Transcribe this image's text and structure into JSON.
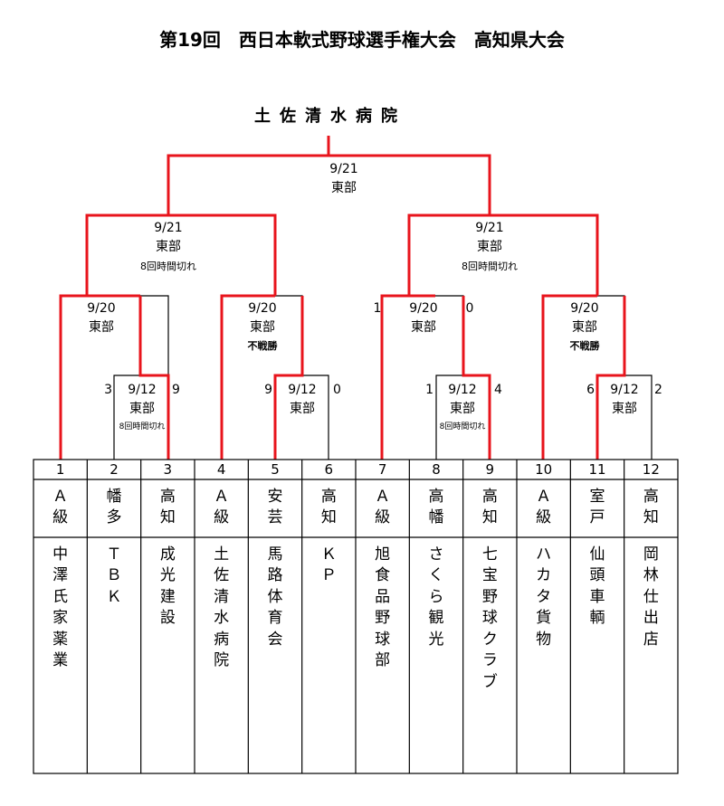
{
  "title": "第19回　西日本軟式野球選手権大会　高知県大会",
  "champion": "土佐清水病院",
  "teams": [
    {
      "num": "1",
      "region": "Ａ級",
      "name": "中澤氏家薬業"
    },
    {
      "num": "2",
      "region": "幡多",
      "name": "ＴＢＫ"
    },
    {
      "num": "3",
      "region": "高知",
      "name": "成光建設"
    },
    {
      "num": "4",
      "region": "Ａ級",
      "name": "土佐清水病院"
    },
    {
      "num": "5",
      "region": "安芸",
      "name": "馬路体育会"
    },
    {
      "num": "6",
      "region": "高知",
      "name": "ＫＰ"
    },
    {
      "num": "7",
      "region": "Ａ級",
      "name": "旭食品野球部"
    },
    {
      "num": "8",
      "region": "高幡",
      "name": "さくら観光"
    },
    {
      "num": "9",
      "region": "高知",
      "name": "七宝野球クラブ"
    },
    {
      "num": "10",
      "region": "Ａ級",
      "name": "ハカタ貨物"
    },
    {
      "num": "11",
      "region": "室戸",
      "name": "仙頭車輌"
    },
    {
      "num": "12",
      "region": "高知",
      "name": "岡林仕出店"
    }
  ],
  "matches": {
    "r1_a": {
      "date": "9/12",
      "venue": "東部",
      "note": "8回時間切れ",
      "score_left": "3",
      "score_right": "9"
    },
    "r1_b": {
      "date": "9/12",
      "venue": "東部",
      "score_left": "9",
      "score_right": "0"
    },
    "r1_c": {
      "date": "9/12",
      "venue": "東部",
      "note": "8回時間切れ",
      "score_left": "1",
      "score_right": "4"
    },
    "r1_d": {
      "date": "9/12",
      "venue": "東部",
      "score_left": "6",
      "score_right": "2"
    },
    "r2_a": {
      "date": "9/20",
      "venue": "東部"
    },
    "r2_b": {
      "date": "9/20",
      "venue": "東部",
      "note": "不戦勝"
    },
    "r2_c": {
      "date": "9/20",
      "venue": "東部",
      "score_left": "1",
      "score_right": "0"
    },
    "r2_d": {
      "date": "9/20",
      "venue": "東部",
      "note": "不戦勝"
    },
    "sf_a": {
      "date": "9/21",
      "venue": "東部",
      "note": "8回時間切れ"
    },
    "sf_b": {
      "date": "9/21",
      "venue": "東部",
      "note": "8回時間切れ"
    },
    "final": {
      "date": "9/21",
      "venue": "東部"
    }
  },
  "colors": {
    "winner_line": "#e8141c",
    "line": "#000000",
    "background": "#ffffff"
  }
}
